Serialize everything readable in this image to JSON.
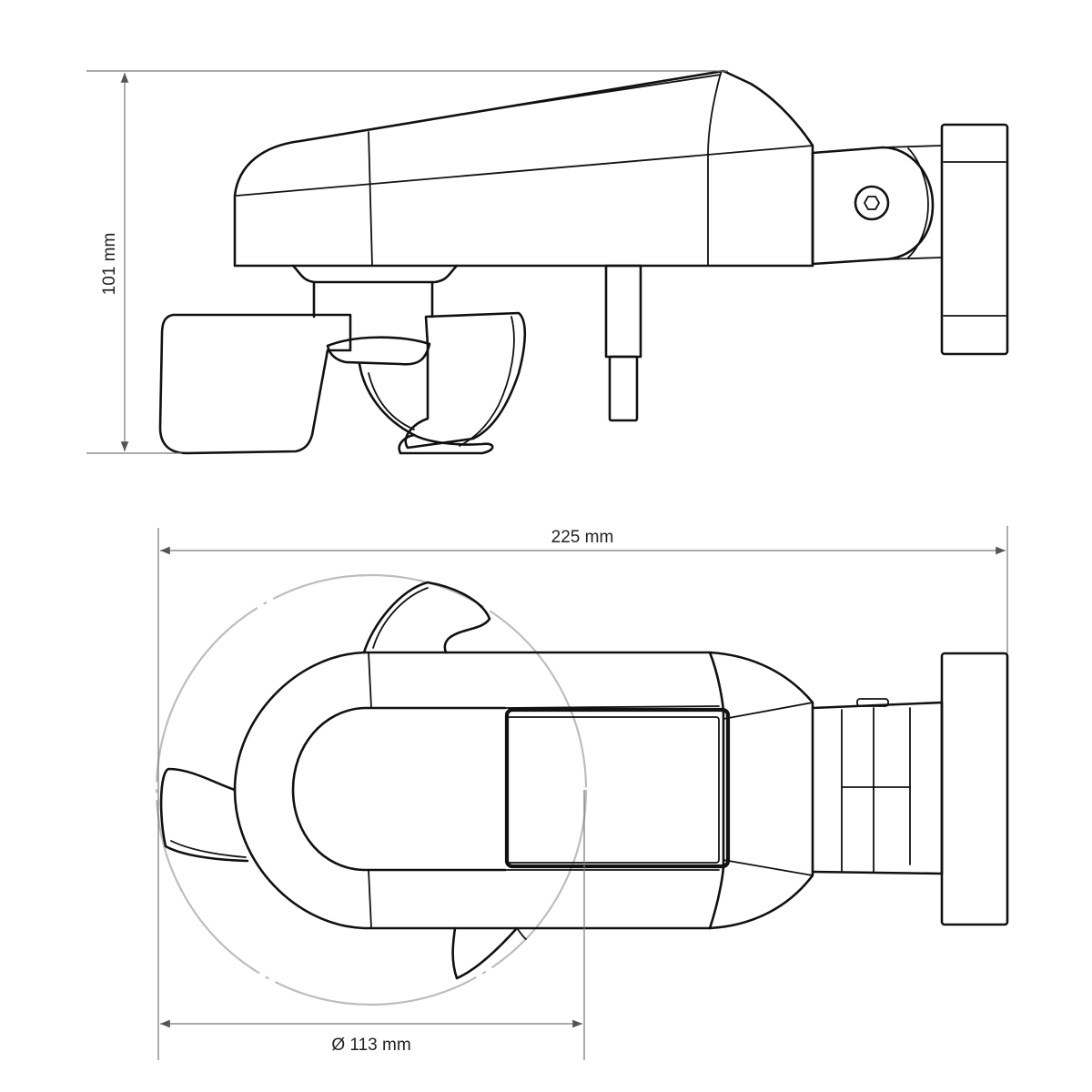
{
  "dimensions": {
    "height_label": "101 mm",
    "width_label": "225 mm",
    "diameter_label": "Ø 113 mm"
  },
  "colors": {
    "outline": "#111111",
    "dimension_line": "#777777",
    "ghost_circle": "#bdbdbd",
    "background": "#ffffff"
  }
}
